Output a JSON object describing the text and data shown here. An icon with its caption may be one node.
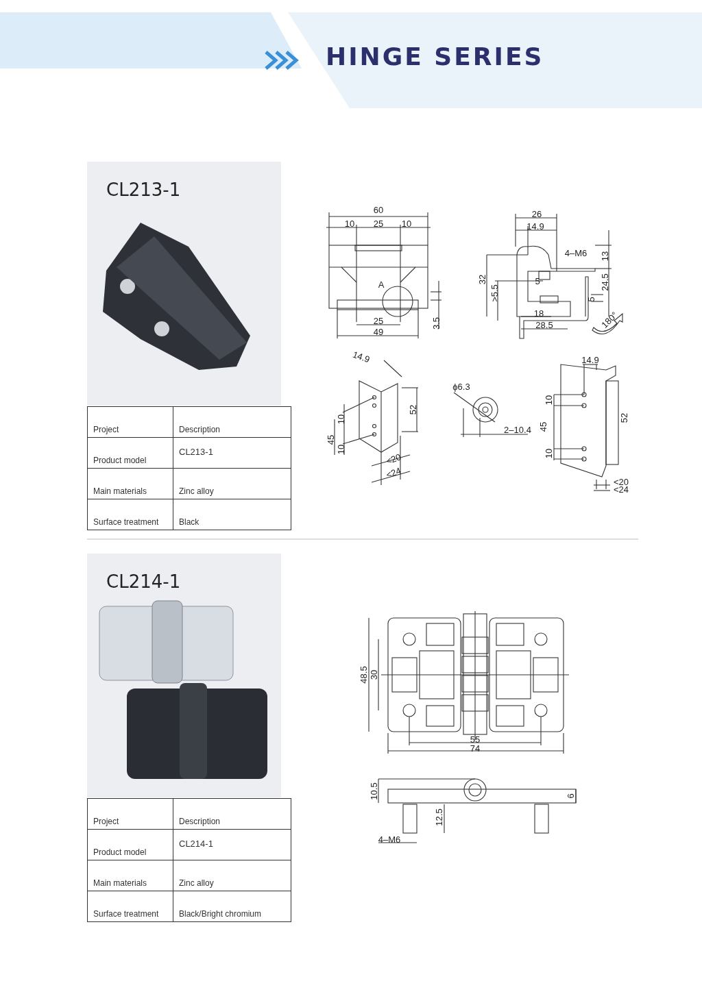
{
  "diagram": {
    "title": "HINGE SERIES",
    "nodes": [
      {
        "text": [
          "CL213-1"
        ]
      },
      {
        "text": [
          "CL214-1"
        ]
      }
    ],
    "edges": [],
    "labels": [
      "Project",
      "Description",
      "Product model",
      "CL213-1",
      "Main materials",
      "Zinc alloy",
      "Surface treatment",
      "Black",
      "60",
      "10",
      "25",
      "10",
      "A",
      "25",
      "49",
      "3.5",
      "26",
      "14.9",
      "4–M6",
      "13",
      "32",
      "5",
      ">5.5",
      "24.5",
      "5",
      "18",
      "28.5",
      "180°",
      "14.9",
      "52",
      "10",
      "45",
      "10",
      "<20",
      "<24",
      "ϕ6.3",
      "2–10.4",
      "14.9",
      "10",
      "45",
      "52",
      "10",
      "<20",
      "<24",
      "Project",
      "Description",
      "Product model",
      "CL214-1",
      "Main materials",
      "Zinc alloy",
      "Surface treatment",
      "Black/Bright chromium",
      "48.5",
      "30",
      "55",
      "74",
      "10.5",
      "6",
      "12.5",
      "4–M6"
    ]
  }
}
